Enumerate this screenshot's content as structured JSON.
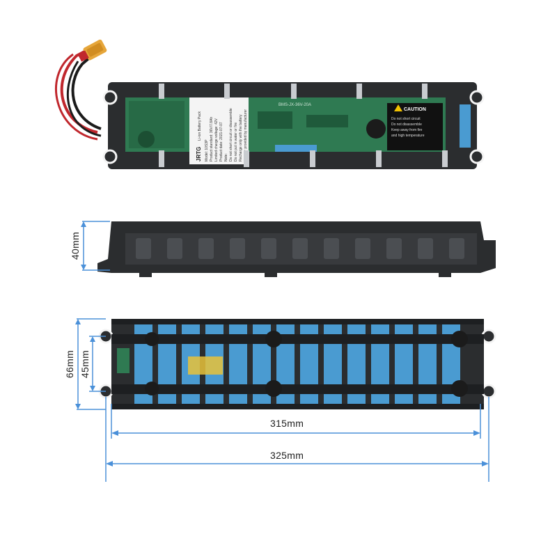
{
  "colors": {
    "background": "#ffffff",
    "wrap": "#2b2d2f",
    "pcb": "#2f7a52",
    "cell": "#4a9bd1",
    "dimension_line": "#4a90d9",
    "nickel_strip": "#c9ccd0",
    "wire_red": "#c0272d",
    "wire_black": "#1b1b1b",
    "connector": "#e6a63a"
  },
  "top_pack": {
    "label_brand": "JRTG",
    "label_lines": [
      "Li-ion Battery Pack",
      "Model: 10S3P",
      "Product standard: 36V/7.8Ah",
      "Limited charge voltage: 42V",
      "Product date: 2021-07-07",
      "Note:",
      "Do not short circuit or disassemble",
      "Do not put in water or fire",
      "Recharge only with the battery",
      "charger provided by manufacturer"
    ],
    "pcb_marking": "BMS-JX-36V-20A",
    "caution_title": "CAUTION",
    "caution_lines": [
      "Do not short circuit",
      "Do not disassemble",
      "Keep away from fire",
      "and high temperature"
    ]
  },
  "dimensions": {
    "height_side": "40mm",
    "height_outer": "66mm",
    "height_inner": "45mm",
    "length_inner": "315mm",
    "length_outer": "325mm"
  }
}
